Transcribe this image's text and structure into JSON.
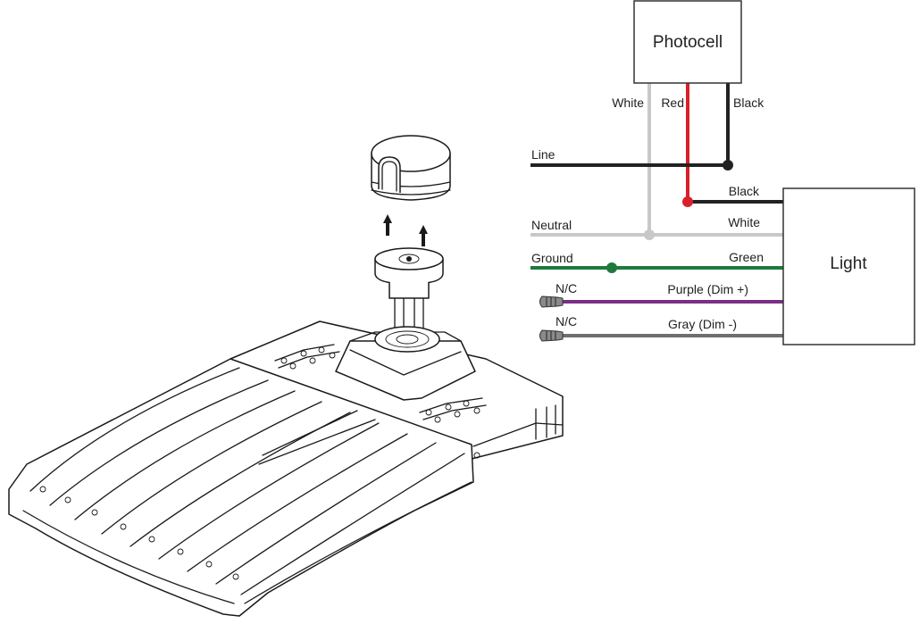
{
  "diagram": {
    "photocell_label": "Photocell",
    "light_label": "Light",
    "wires": {
      "white_top": "White",
      "red_top": "Red",
      "black_top": "Black",
      "line": "Line",
      "black_to_light": "Black",
      "neutral": "Neutral",
      "white_to_light": "White",
      "ground": "Ground",
      "green": "Green",
      "nc_purple": "N/C",
      "purple": "Purple (Dim +)",
      "nc_gray": "N/C",
      "gray": "Gray (Dim -)"
    },
    "colors": {
      "black_wire": "#222222",
      "red_wire": "#d9202a",
      "white_wire": "#c8c8c8",
      "green_wire": "#1e7a3c",
      "purple_wire": "#7a2e86",
      "gray_wire": "#6e6e6e"
    }
  }
}
